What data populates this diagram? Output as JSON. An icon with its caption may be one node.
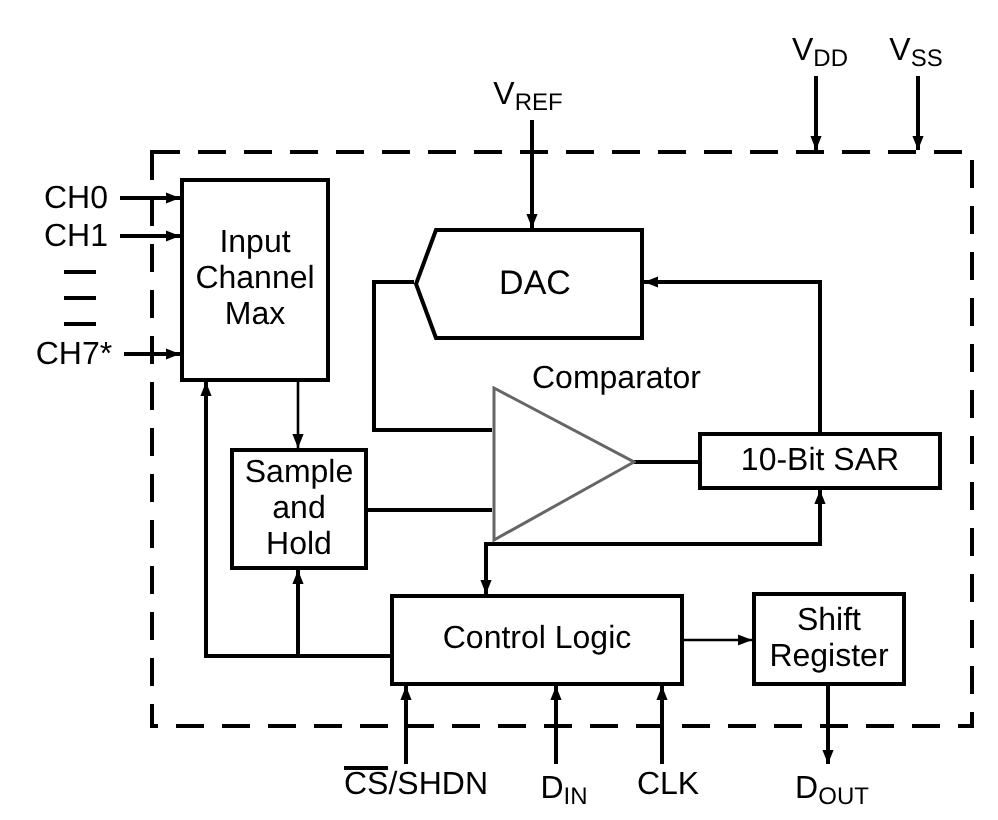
{
  "diagram": {
    "nodes": [
      {
        "text": [],
        "shape": "box"
      },
      {
        "text": [
          "Input Channel Max"
        ],
        "in": 0
      },
      {
        "text": [
          "DAC"
        ],
        "in": 0
      },
      {
        "text": [
          "Comparator"
        ],
        "in": 0
      },
      {
        "text": [
          "10-Bit SAR"
        ],
        "in": 0
      },
      {
        "text": [
          "Sample and Hold"
        ],
        "in": 0
      },
      {
        "text": [
          "Control Logic"
        ],
        "in": 0
      },
      {
        "text": [
          "Shift Register"
        ],
        "in": 0
      },
      {
        "text": [
          "CH0"
        ]
      },
      {
        "text": [
          "CH1"
        ]
      },
      {
        "text": [
          "CH7*"
        ]
      },
      {
        "text": [
          "V$_{REF}$"
        ]
      },
      {
        "text": [
          "V$_{DD}$"
        ]
      },
      {
        "text": [
          "V$_{SS}$"
        ]
      },
      {
        "text": [
          "CS/SHDN"
        ]
      },
      {
        "text": [
          "D$_{IN}$"
        ]
      },
      {
        "text": [
          "CLK"
        ]
      },
      {
        "text": [
          "D$_{OUT}$"
        ]
      }
    ],
    "edges": [
      {
        "from": 8,
        "to": 1,
        "arrow": "to"
      },
      {
        "from": 9,
        "to": 1,
        "arrow": "to"
      },
      {
        "from": 10,
        "to": 1,
        "arrow": "to"
      },
      {
        "from": 11,
        "to": 2,
        "arrow": "to"
      },
      {
        "from": 12,
        "to": 0,
        "arrow": "to"
      },
      {
        "from": 13,
        "to": 0,
        "arrow": "to"
      },
      {
        "from": 1,
        "to": 5,
        "arrow": "to"
      },
      {
        "from": 2,
        "to": 3,
        "arrow": "none"
      },
      {
        "from": 5,
        "to": 3,
        "arrow": "none"
      },
      {
        "from": 3,
        "to": 4,
        "arrow": "none"
      },
      {
        "from": 4,
        "to": 2,
        "arrow": "to"
      },
      {
        "from": 4,
        "to": 6,
        "arrow": "both"
      },
      {
        "from": 6,
        "to": 7,
        "arrow": "to"
      },
      {
        "from": 6,
        "to": 5,
        "arrow": "to"
      },
      {
        "from": 6,
        "to": 1,
        "arrow": "to"
      },
      {
        "from": 14,
        "to": 6,
        "arrow": "to"
      },
      {
        "from": 15,
        "to": 6,
        "arrow": "to"
      },
      {
        "from": 16,
        "to": 6,
        "arrow": "to"
      },
      {
        "from": 7,
        "to": 17,
        "arrow": "to"
      }
    ]
  }
}
